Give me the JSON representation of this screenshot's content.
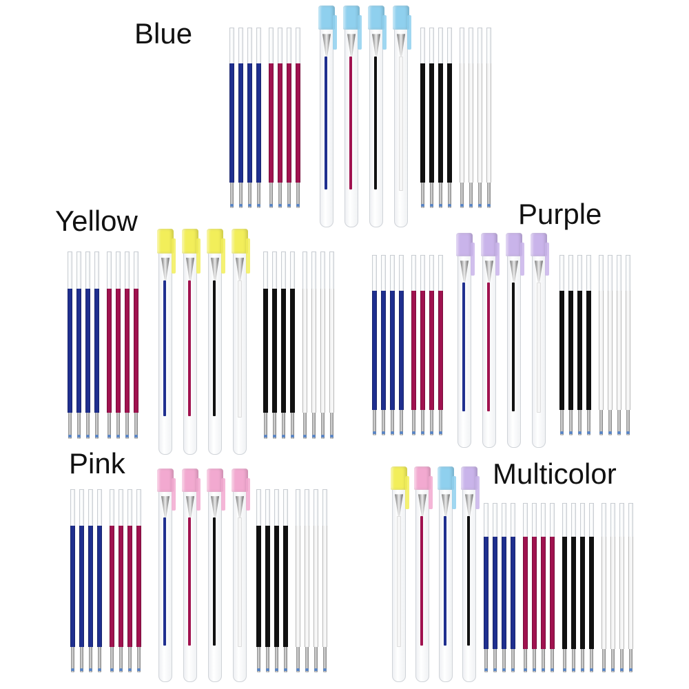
{
  "labels": {
    "blue": "Blue",
    "yellow": "Yellow",
    "purple": "Purple",
    "pink": "Pink",
    "multicolor": "Multicolor"
  },
  "colors": {
    "ink_blue": "#1f2f8f",
    "ink_magenta": "#a0124f",
    "ink_black": "#111111",
    "ink_white": "#f6f6f6",
    "cap_blue": "#8fd0ee",
    "cap_yellow": "#f2ee5a",
    "cap_purple": "#c9b4ea",
    "cap_pink": "#f2a9d0"
  }
}
